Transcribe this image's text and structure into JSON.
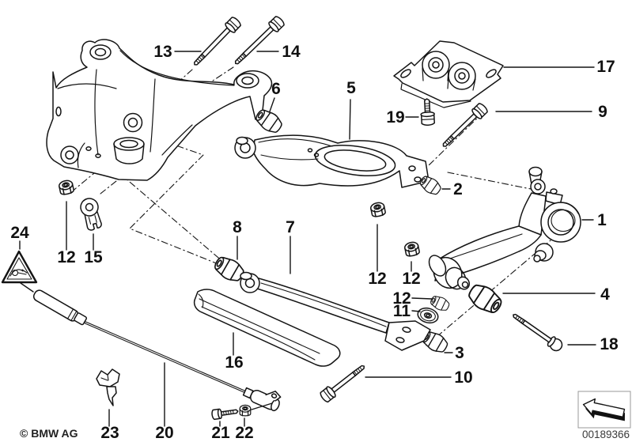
{
  "colors": {
    "ink": "#141414",
    "background": "#ffffff",
    "part_number_text": "#3a3a3a"
  },
  "diagram": {
    "copyright": "© BMW AG",
    "part_number": "00189366",
    "icons": {
      "warning_triangle": "crush-hazard-warning-triangle",
      "direction_arrow": "viewing-direction-arrow"
    },
    "callouts": [
      {
        "id": "13",
        "label": "13"
      },
      {
        "id": "14",
        "label": "14"
      },
      {
        "id": "6",
        "label": "6"
      },
      {
        "id": "5",
        "label": "5"
      },
      {
        "id": "17",
        "label": "17"
      },
      {
        "id": "19",
        "label": "19"
      },
      {
        "id": "9",
        "label": "9"
      },
      {
        "id": "2",
        "label": "2"
      },
      {
        "id": "1",
        "label": "1"
      },
      {
        "id": "24",
        "label": "24"
      },
      {
        "id": "12a",
        "label": "12"
      },
      {
        "id": "15",
        "label": "15"
      },
      {
        "id": "8",
        "label": "8"
      },
      {
        "id": "7",
        "label": "7"
      },
      {
        "id": "12b",
        "label": "12"
      },
      {
        "id": "12c",
        "label": "12"
      },
      {
        "id": "12d",
        "label": "12"
      },
      {
        "id": "11",
        "label": "11"
      },
      {
        "id": "4",
        "label": "4"
      },
      {
        "id": "18",
        "label": "18"
      },
      {
        "id": "3",
        "label": "3"
      },
      {
        "id": "10",
        "label": "10"
      },
      {
        "id": "16",
        "label": "16"
      },
      {
        "id": "23",
        "label": "23"
      },
      {
        "id": "20",
        "label": "20"
      },
      {
        "id": "21",
        "label": "21"
      },
      {
        "id": "22",
        "label": "22"
      }
    ]
  }
}
